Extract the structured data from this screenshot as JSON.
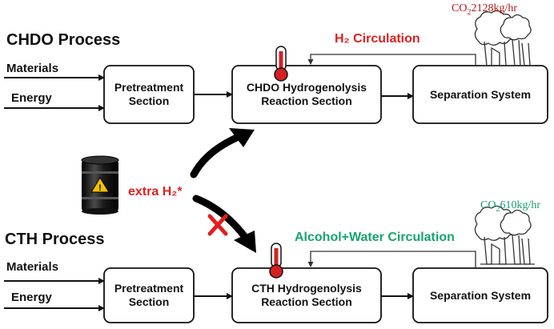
{
  "colors": {
    "red": "#e02020",
    "green": "#16a56b",
    "co2_red": "#b01818",
    "co2_green": "#1a9a6a",
    "box_stroke": "#111111",
    "barrel": "#1a1a1a",
    "warning": "#f2c200",
    "thermometer_bulb": "#d42020"
  },
  "icons": [
    "thermometer-icon",
    "factory-smokestack-icon",
    "oil-barrel-icon",
    "warning-triangle-icon",
    "cross-mark-icon"
  ],
  "top": {
    "title": "CHDO Process",
    "inputs": [
      "Materials",
      "Energy"
    ],
    "pretreatment": [
      "Pretreatment",
      "Section"
    ],
    "reaction": [
      "CHDO Hydrogenolysis",
      "Reaction Section"
    ],
    "separation": "Separation System",
    "circulation": "H₂ Circulation",
    "co2": {
      "prefix": "CO",
      "sub": "2",
      "value": "2128kg/hr"
    }
  },
  "bottom": {
    "title": "CTH Process",
    "inputs": [
      "Materials",
      "Energy"
    ],
    "pretreatment": [
      "Pretreatment",
      "Section"
    ],
    "reaction": [
      "CTH Hydrogenolysis",
      "Reaction Section"
    ],
    "separation": "Separation System",
    "circulation": "Alcohol+Water Circulation",
    "co2": {
      "prefix": "CO",
      "sub": "2",
      "value": "610kg/hr"
    }
  },
  "extra_h2": "extra H₂*"
}
